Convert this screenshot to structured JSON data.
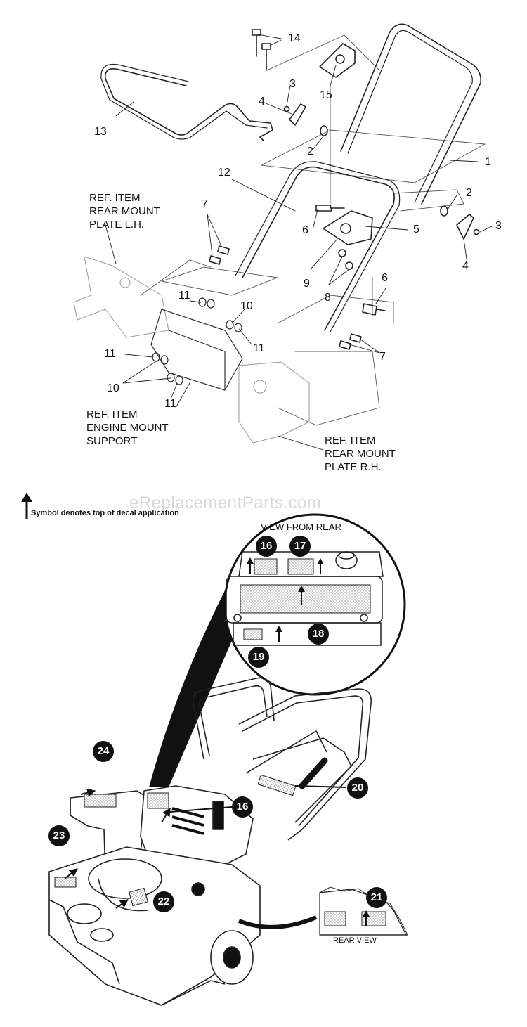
{
  "callouts": {
    "c1": "1",
    "c2a": "2",
    "c2b": "2",
    "c3a": "3",
    "c3b": "3",
    "c4a": "4",
    "c4b": "4",
    "c5": "5",
    "c6a": "6",
    "c6b": "6",
    "c7a": "7",
    "c7b": "7",
    "c8": "8",
    "c9": "9",
    "c10a": "10",
    "c10b": "10",
    "c11a": "11",
    "c11b": "11",
    "c11c": "11",
    "c11d": "11",
    "c12": "12",
    "c13": "13",
    "c14": "14",
    "c15": "15"
  },
  "ref_items": {
    "rear_mount_lh": "REF. ITEM\nREAR MOUNT\nPLATE L.H.",
    "engine_mount": "REF. ITEM\nENGINE MOUNT\nSUPPORT",
    "rear_mount_rh": "REF. ITEM\nREAR MOUNT\nPLATE R.H."
  },
  "watermark": "eReplacementParts.com",
  "legend": {
    "text": "Symbol denotes top of decal application",
    "icon": "up-arrow-icon"
  },
  "decals": {
    "view_from_rear": "VIEW FROM REAR",
    "rear_view": "REAR VIEW",
    "d16a": "16",
    "d17": "17",
    "d18": "18",
    "d19": "19",
    "d20": "20",
    "d16b": "16",
    "d21": "21",
    "d22": "22",
    "d23": "23",
    "d24": "24"
  }
}
